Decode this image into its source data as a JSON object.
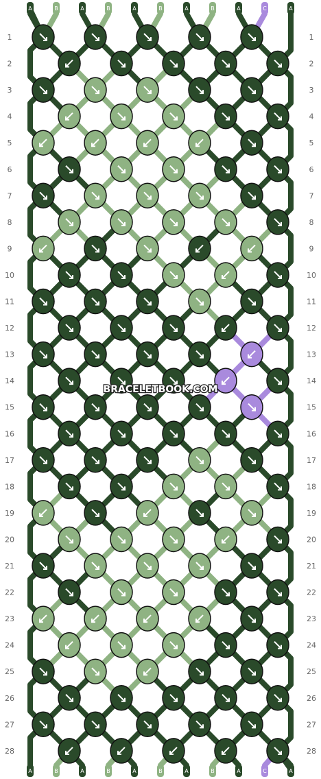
{
  "strand_colors": {
    "A": "#2a4a2a",
    "B": "#8fb383",
    "C": "#a98add"
  },
  "strand_order": [
    "A",
    "B",
    "A",
    "B",
    "A",
    "B",
    "A",
    "B",
    "A",
    "C",
    "A"
  ],
  "bottom_order": [
    "A",
    "B",
    "A",
    "B",
    "A",
    "B",
    "A",
    "B",
    "A",
    "C",
    "A"
  ],
  "watermark": "BRACELETBOOK.COM",
  "rows": [
    {
      "n": 1,
      "knots": [
        {
          "c": "A",
          "d": "se"
        },
        {
          "c": "A",
          "d": "se"
        },
        {
          "c": "A",
          "d": "se"
        },
        {
          "c": "A",
          "d": "se"
        },
        {
          "c": "A",
          "d": "se"
        }
      ]
    },
    {
      "n": 2,
      "knots": [
        {
          "c": "A",
          "d": "sw"
        },
        {
          "c": "A",
          "d": "se"
        },
        {
          "c": "A",
          "d": "se"
        },
        {
          "c": "A",
          "d": "se"
        },
        {
          "c": "A",
          "d": "se"
        }
      ]
    },
    {
      "n": 3,
      "knots": [
        {
          "c": "A",
          "d": "se"
        },
        {
          "c": "B",
          "d": "se"
        },
        {
          "c": "B",
          "d": "se"
        },
        {
          "c": "A",
          "d": "se"
        },
        {
          "c": "A",
          "d": "se"
        }
      ]
    },
    {
      "n": 4,
      "knots": [
        {
          "c": "B",
          "d": "sw"
        },
        {
          "c": "B",
          "d": "se"
        },
        {
          "c": "B",
          "d": "se"
        },
        {
          "c": "A",
          "d": "se"
        },
        {
          "c": "A",
          "d": "se"
        }
      ]
    },
    {
      "n": 5,
      "knots": [
        {
          "c": "B",
          "d": "sw"
        },
        {
          "c": "B",
          "d": "sw"
        },
        {
          "c": "B",
          "d": "sw"
        },
        {
          "c": "B",
          "d": "sw"
        },
        {
          "c": "A",
          "d": "se"
        }
      ]
    },
    {
      "n": 6,
      "knots": [
        {
          "c": "A",
          "d": "se"
        },
        {
          "c": "B",
          "d": "se"
        },
        {
          "c": "B",
          "d": "se"
        },
        {
          "c": "A",
          "d": "se"
        },
        {
          "c": "A",
          "d": "se"
        }
      ]
    },
    {
      "n": 7,
      "knots": [
        {
          "c": "A",
          "d": "se"
        },
        {
          "c": "B",
          "d": "se"
        },
        {
          "c": "B",
          "d": "se"
        },
        {
          "c": "B",
          "d": "se"
        },
        {
          "c": "A",
          "d": "se"
        }
      ]
    },
    {
      "n": 8,
      "knots": [
        {
          "c": "B",
          "d": "se"
        },
        {
          "c": "B",
          "d": "se"
        },
        {
          "c": "B",
          "d": "se"
        },
        {
          "c": "B",
          "d": "se"
        },
        {
          "c": "A",
          "d": "se"
        }
      ]
    },
    {
      "n": 9,
      "knots": [
        {
          "c": "B",
          "d": "sw"
        },
        {
          "c": "A",
          "d": "se"
        },
        {
          "c": "B",
          "d": "se"
        },
        {
          "c": "A",
          "d": "sw"
        },
        {
          "c": "B",
          "d": "sw"
        }
      ]
    },
    {
      "n": 10,
      "knots": [
        {
          "c": "A",
          "d": "se"
        },
        {
          "c": "A",
          "d": "se"
        },
        {
          "c": "B",
          "d": "se"
        },
        {
          "c": "B",
          "d": "sw"
        },
        {
          "c": "A",
          "d": "se"
        }
      ]
    },
    {
      "n": 11,
      "knots": [
        {
          "c": "A",
          "d": "se"
        },
        {
          "c": "A",
          "d": "se"
        },
        {
          "c": "A",
          "d": "se"
        },
        {
          "c": "B",
          "d": "se"
        },
        {
          "c": "A",
          "d": "se"
        }
      ]
    },
    {
      "n": 12,
      "knots": [
        {
          "c": "A",
          "d": "se"
        },
        {
          "c": "A",
          "d": "se"
        },
        {
          "c": "A",
          "d": "se"
        },
        {
          "c": "A",
          "d": "sw"
        },
        {
          "c": "A",
          "d": "se"
        }
      ]
    },
    {
      "n": 13,
      "knots": [
        {
          "c": "A",
          "d": "se"
        },
        {
          "c": "A",
          "d": "se"
        },
        {
          "c": "A",
          "d": "se"
        },
        {
          "c": "A",
          "d": "se"
        },
        {
          "c": "C",
          "d": "sw"
        }
      ]
    },
    {
      "n": 14,
      "knots": [
        {
          "c": "A",
          "d": "se"
        },
        {
          "c": "A",
          "d": "se"
        },
        {
          "c": "A",
          "d": "se"
        },
        {
          "c": "C",
          "d": "sw"
        },
        {
          "c": "A",
          "d": "se"
        }
      ]
    },
    {
      "n": 15,
      "knots": [
        {
          "c": "A",
          "d": "se"
        },
        {
          "c": "A",
          "d": "se"
        },
        {
          "c": "A",
          "d": "se"
        },
        {
          "c": "A",
          "d": "se"
        },
        {
          "c": "C",
          "d": "se"
        }
      ]
    },
    {
      "n": 16,
      "knots": [
        {
          "c": "A",
          "d": "se"
        },
        {
          "c": "A",
          "d": "se"
        },
        {
          "c": "A",
          "d": "se"
        },
        {
          "c": "A",
          "d": "se"
        },
        {
          "c": "A",
          "d": "se"
        }
      ]
    },
    {
      "n": 17,
      "knots": [
        {
          "c": "A",
          "d": "se"
        },
        {
          "c": "A",
          "d": "se"
        },
        {
          "c": "A",
          "d": "se"
        },
        {
          "c": "B",
          "d": "se"
        },
        {
          "c": "A",
          "d": "se"
        }
      ]
    },
    {
      "n": 18,
      "knots": [
        {
          "c": "A",
          "d": "se"
        },
        {
          "c": "A",
          "d": "se"
        },
        {
          "c": "B",
          "d": "se"
        },
        {
          "c": "B",
          "d": "se"
        },
        {
          "c": "A",
          "d": "se"
        }
      ]
    },
    {
      "n": 19,
      "knots": [
        {
          "c": "B",
          "d": "sw"
        },
        {
          "c": "A",
          "d": "se"
        },
        {
          "c": "B",
          "d": "sw"
        },
        {
          "c": "A",
          "d": "se"
        },
        {
          "c": "B",
          "d": "se"
        }
      ]
    },
    {
      "n": 20,
      "knots": [
        {
          "c": "B",
          "d": "se"
        },
        {
          "c": "B",
          "d": "se"
        },
        {
          "c": "B",
          "d": "se"
        },
        {
          "c": "B",
          "d": "sw"
        },
        {
          "c": "A",
          "d": "se"
        }
      ]
    },
    {
      "n": 21,
      "knots": [
        {
          "c": "A",
          "d": "se"
        },
        {
          "c": "B",
          "d": "se"
        },
        {
          "c": "B",
          "d": "se"
        },
        {
          "c": "B",
          "d": "se"
        },
        {
          "c": "A",
          "d": "se"
        }
      ]
    },
    {
      "n": 22,
      "knots": [
        {
          "c": "A",
          "d": "se"
        },
        {
          "c": "B",
          "d": "se"
        },
        {
          "c": "B",
          "d": "se"
        },
        {
          "c": "A",
          "d": "se"
        },
        {
          "c": "A",
          "d": "se"
        }
      ]
    },
    {
      "n": 23,
      "knots": [
        {
          "c": "B",
          "d": "sw"
        },
        {
          "c": "B",
          "d": "sw"
        },
        {
          "c": "B",
          "d": "sw"
        },
        {
          "c": "B",
          "d": "sw"
        },
        {
          "c": "A",
          "d": "se"
        }
      ]
    },
    {
      "n": 24,
      "knots": [
        {
          "c": "B",
          "d": "sw"
        },
        {
          "c": "B",
          "d": "se"
        },
        {
          "c": "B",
          "d": "se"
        },
        {
          "c": "A",
          "d": "se"
        },
        {
          "c": "A",
          "d": "se"
        }
      ]
    },
    {
      "n": 25,
      "knots": [
        {
          "c": "A",
          "d": "se"
        },
        {
          "c": "B",
          "d": "se"
        },
        {
          "c": "B",
          "d": "sw"
        },
        {
          "c": "A",
          "d": "se"
        },
        {
          "c": "A",
          "d": "se"
        }
      ]
    },
    {
      "n": 26,
      "knots": [
        {
          "c": "A",
          "d": "se"
        },
        {
          "c": "A",
          "d": "se"
        },
        {
          "c": "A",
          "d": "se"
        },
        {
          "c": "A",
          "d": "se"
        },
        {
          "c": "A",
          "d": "se"
        }
      ]
    },
    {
      "n": 27,
      "knots": [
        {
          "c": "A",
          "d": "se"
        },
        {
          "c": "A",
          "d": "se"
        },
        {
          "c": "A",
          "d": "se"
        },
        {
          "c": "A",
          "d": "se"
        },
        {
          "c": "A",
          "d": "se"
        }
      ]
    },
    {
      "n": 28,
      "knots": [
        {
          "c": "A",
          "d": "sw"
        },
        {
          "c": "A",
          "d": "sw"
        },
        {
          "c": "A",
          "d": "sw"
        },
        {
          "c": "A",
          "d": "sw"
        },
        {
          "c": "A",
          "d": "se"
        }
      ]
    }
  ]
}
